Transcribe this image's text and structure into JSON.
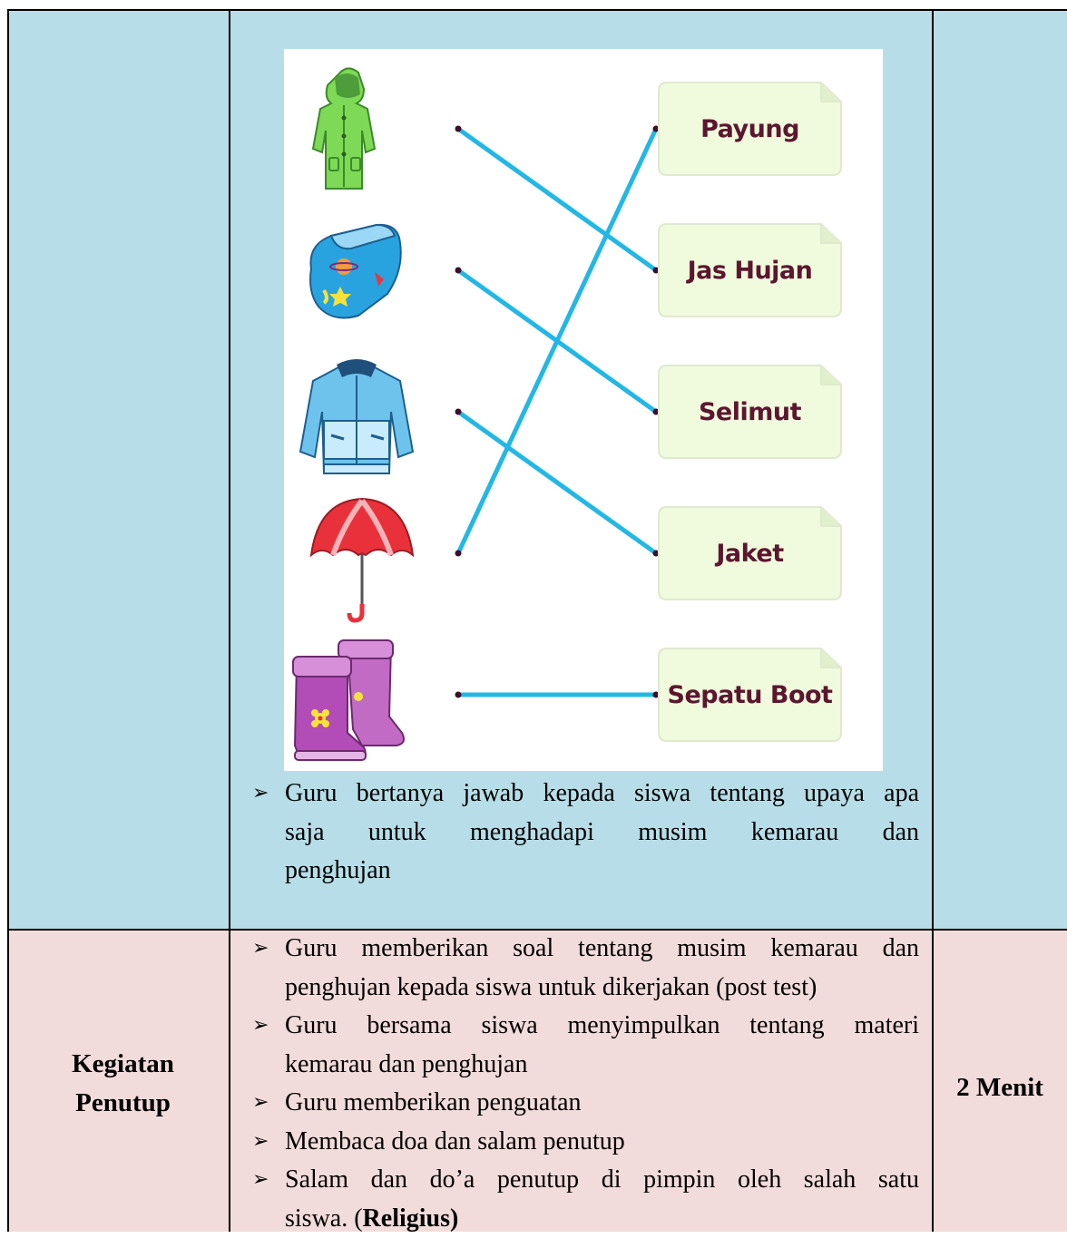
{
  "worksheet": {
    "items": [
      {
        "icon": "raincoat-icon",
        "label": "Payung"
      },
      {
        "icon": "blanket-icon",
        "label": "Jas Hujan"
      },
      {
        "icon": "jacket-icon",
        "label": "Selimut"
      },
      {
        "icon": "umbrella-icon",
        "label": "Jaket"
      },
      {
        "icon": "boots-icon",
        "label": "Sepatu Boot"
      }
    ],
    "line_color": "#23b7e5",
    "card_color": "#effbdc"
  },
  "main_row": {
    "bullet": "➢",
    "text_line1": "Guru bertanya jawab kepada siswa tentang upaya apa",
    "text_line2": "saja untuk menghadapi musim kemarau dan",
    "text_line3": "penghujan"
  },
  "closing_row": {
    "stage_line1": "Kegiatan",
    "stage_line2": "Penutup",
    "time": "2 Menit",
    "b1_line1": "Guru memberikan soal tentang musim kemarau dan",
    "b1_line2": "penghujan kepada siswa untuk dikerjakan (post test)",
    "b2_line1": "Guru bersama siswa menyimpulkan tentang materi",
    "b2_line2": "kemarau dan penghujan",
    "b3": "Guru memberikan penguatan",
    "b4": "Membaca doa dan salam penutup",
    "b5_line1": "Salam dan do’a penutup di pimpin oleh salah satu",
    "b5_line2_pre": "siswa. (",
    "b5_line2_bold": "Religius)"
  },
  "colors": {
    "main_row_bg": "#b7dee8",
    "closing_row_bg": "#f2dcdb"
  }
}
